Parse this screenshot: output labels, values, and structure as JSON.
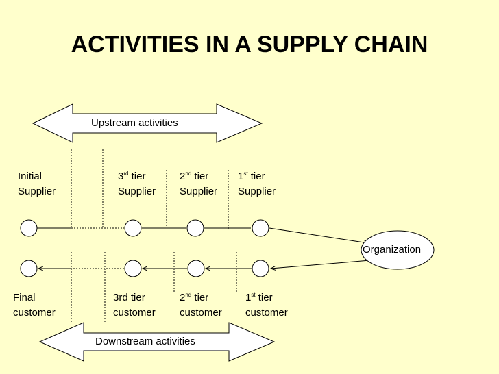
{
  "title": "ACTIVITIES IN A SUPPLY CHAIN",
  "upstream_label": "Upstream activities",
  "downstream_label": "Downstream activities",
  "organization_label": "Organization",
  "suppliers": [
    {
      "line1": "Initial",
      "line2": "Supplier"
    },
    {
      "num": "3",
      "sup": "rd",
      "rest": " tier",
      "line2": "Supplier"
    },
    {
      "num": "2",
      "sup": "nd",
      "rest": " tier",
      "line2": "Supplier"
    },
    {
      "num": "1",
      "sup": "st",
      "rest": " tier",
      "line2": "Supplier"
    }
  ],
  "customers": [
    {
      "line1": "Final",
      "line2": "customer"
    },
    {
      "line1": "3rd tier",
      "line2": "customer"
    },
    {
      "num": "2",
      "sup": "nd",
      "rest": " tier",
      "line2": "customer"
    },
    {
      "num": "1",
      "sup": "st",
      "rest": " tier",
      "line2": "customer"
    }
  ]
}
